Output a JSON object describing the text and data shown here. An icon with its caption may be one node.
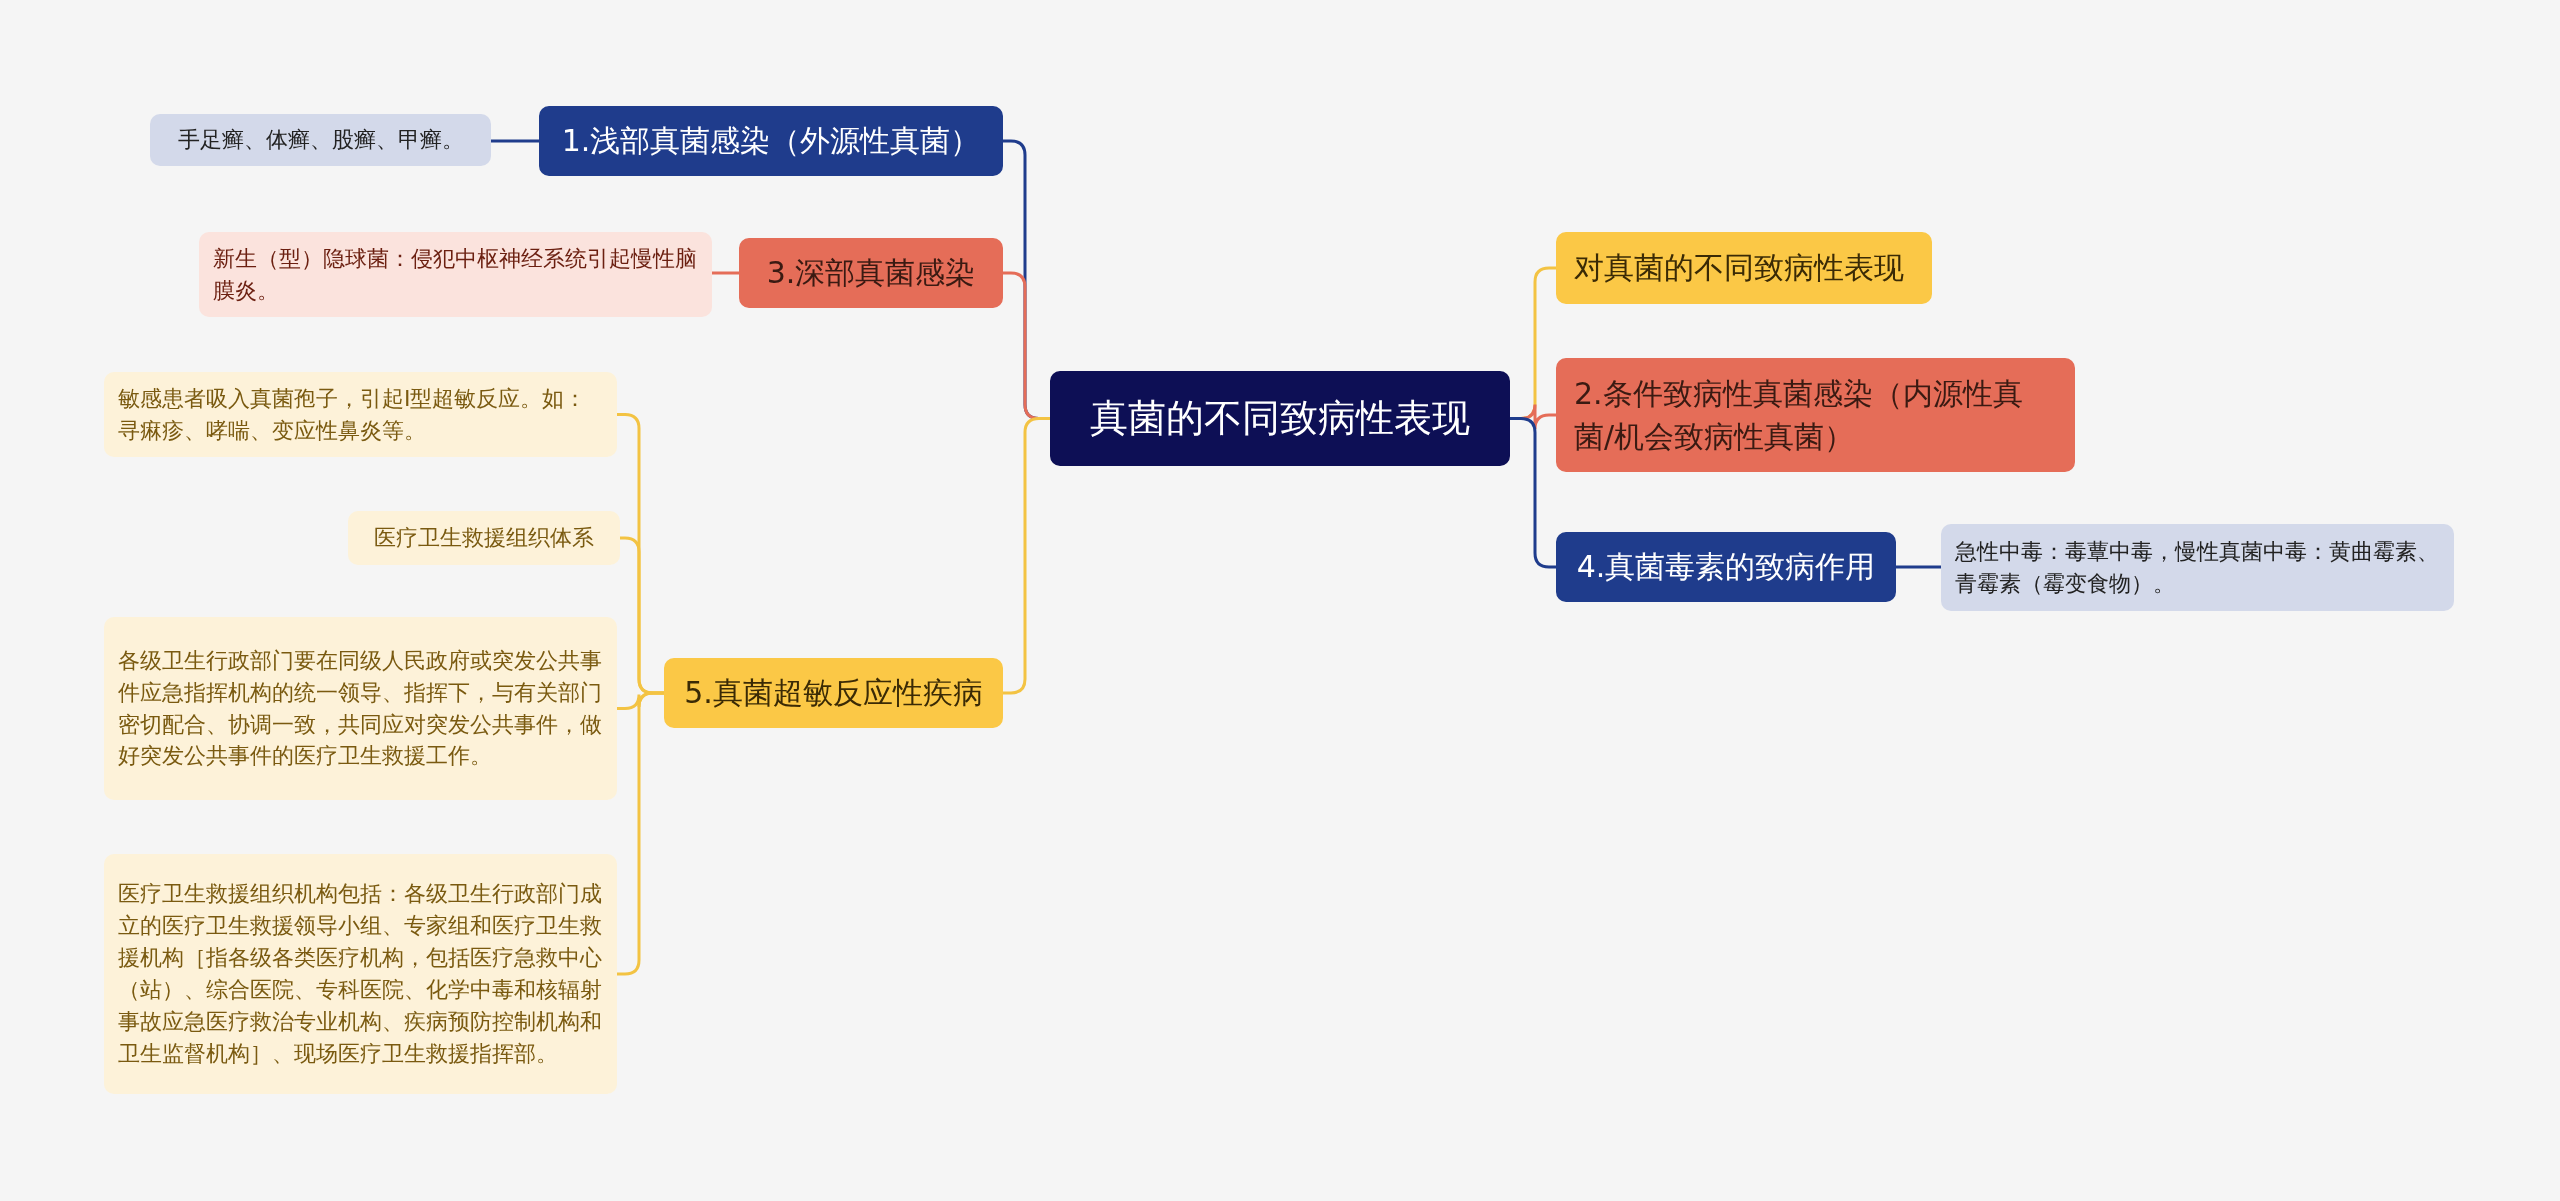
{
  "diagram": {
    "nodes": [
      {
        "text": [
          "真菌的不同致病性表现"
        ]
      },
      {
        "text": [
          "1.浅部真菌感染（外源性真菌）"
        ]
      },
      {
        "text": [
          "手足癣、体癣、股癣、甲癣。"
        ]
      },
      {
        "text": [
          "3.深部真菌感染"
        ]
      },
      {
        "text": [
          "新生（型）隐球菌：侵犯中枢神经系统引起慢性脑膜炎。"
        ]
      },
      {
        "text": [
          "5.真菌超敏反应性疾病"
        ]
      },
      {
        "text": [
          "敏感患者吸入真菌孢子，引起Ⅰ型超敏反应。如：寻痳疹、哮喘、变应性鼻炎等。"
        ]
      },
      {
        "text": [
          "医疗卫生救援组织体系"
        ]
      },
      {
        "text": [
          "各级卫生行政部门要在同级人民政府或突发公共事件应急指挥机构的统一领导、指挥下，与有关部门密切配合、协调一致，共同应对突发公共事件，做好突发公共事件的医疗卫生救援工作。"
        ]
      },
      {
        "text": [
          "医疗卫生救援组织机构包括：各级卫生行政部门成立的医疗卫生救援领导小组、专家组和医疗卫生救援机构［指各级各类医疗机构，包括医疗急救中心（站）、综合医院、专科医院、化学中毒和核辐射事故应急医疗救治专业机构、疾病预防控制机构和卫生监督机构］、现场医疗卫生救援指挥部。"
        ]
      },
      {
        "text": [
          "对真菌的不同致病性表现"
        ]
      },
      {
        "text": [
          "2.条件致病性真菌感染（内源性真菌/机会致病性真菌）"
        ]
      },
      {
        "text": [
          "4.真菌毒素的致病作用"
        ]
      },
      {
        "text": [
          "急性中毒：毒蕈中毒，慢性真菌中毒：黄曲霉素、青霉素（霉变食物）。"
        ]
      }
    ],
    "edges": [
      {
        "from": 0,
        "to": 1,
        "arrow": "none",
        "color": "#1f3c8c"
      },
      {
        "from": 1,
        "to": 2,
        "arrow": "none",
        "color": "#1f3c8c"
      },
      {
        "from": 0,
        "to": 3,
        "arrow": "none",
        "color": "#e56d58"
      },
      {
        "from": 3,
        "to": 4,
        "arrow": "none",
        "color": "#e56d58"
      },
      {
        "from": 0,
        "to": 5,
        "arrow": "none"
      },
      {
        "from": 5,
        "to": 6,
        "arrow": "none"
      },
      {
        "from": 5,
        "to": 7,
        "arrow": "none"
      },
      {
        "from": 5,
        "to": 8,
        "arrow": "none"
      },
      {
        "from": 5,
        "to": 9,
        "arrow": "none"
      },
      {
        "from": 0,
        "to": 10,
        "arrow": "none"
      },
      {
        "from": 0,
        "to": 11,
        "arrow": "none",
        "color": "#e56d58"
      },
      {
        "from": 0,
        "to": 12,
        "arrow": "none",
        "color": "#1f3c8c"
      },
      {
        "from": 12,
        "to": 13,
        "arrow": "none",
        "color": "#1f3c8c"
      }
    ]
  }
}
